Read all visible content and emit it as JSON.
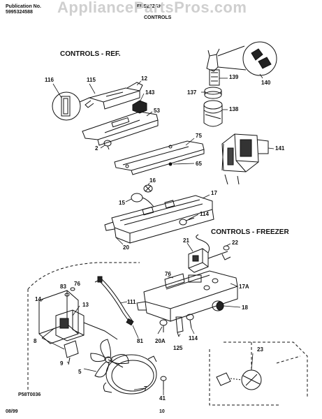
{
  "header": {
    "publication_label": "Publication No.",
    "publication_number": "5995324588",
    "model": "FRS22ZRH",
    "section": "CONTROLS",
    "watermark": "AppliancePartsPros.com"
  },
  "sections": {
    "ref": "CONTROLS - REF.",
    "freezer": "CONTROLS - FREEZER"
  },
  "callouts": [
    {
      "id": "c116",
      "text": "116"
    },
    {
      "id": "c115",
      "text": "115"
    },
    {
      "id": "c12",
      "text": "12"
    },
    {
      "id": "c143",
      "text": "143"
    },
    {
      "id": "c53",
      "text": "53"
    },
    {
      "id": "c2",
      "text": "2"
    },
    {
      "id": "c75",
      "text": "75"
    },
    {
      "id": "c65",
      "text": "65"
    },
    {
      "id": "c139",
      "text": "139"
    },
    {
      "id": "c140",
      "text": "140"
    },
    {
      "id": "c137",
      "text": "137"
    },
    {
      "id": "c138",
      "text": "138"
    },
    {
      "id": "c141",
      "text": "141"
    },
    {
      "id": "c16",
      "text": "16"
    },
    {
      "id": "c17",
      "text": "17"
    },
    {
      "id": "c15",
      "text": "15"
    },
    {
      "id": "c114a",
      "text": "114"
    },
    {
      "id": "c20",
      "text": "20"
    },
    {
      "id": "c21",
      "text": "21"
    },
    {
      "id": "c22",
      "text": "22"
    },
    {
      "id": "c76a",
      "text": "76"
    },
    {
      "id": "c83",
      "text": "83"
    },
    {
      "id": "c76b",
      "text": "76"
    },
    {
      "id": "c14",
      "text": "14"
    },
    {
      "id": "c13",
      "text": "13"
    },
    {
      "id": "c111",
      "text": "111"
    },
    {
      "id": "c17a",
      "text": "17A"
    },
    {
      "id": "c18",
      "text": "18"
    },
    {
      "id": "c8",
      "text": "8"
    },
    {
      "id": "c81",
      "text": "81"
    },
    {
      "id": "c20a",
      "text": "20A"
    },
    {
      "id": "c125",
      "text": "125"
    },
    {
      "id": "c114b",
      "text": "114"
    },
    {
      "id": "c9",
      "text": "9"
    },
    {
      "id": "c5",
      "text": "5"
    },
    {
      "id": "c23",
      "text": "23"
    },
    {
      "id": "c7",
      "text": "7"
    },
    {
      "id": "c41",
      "text": "41"
    }
  ],
  "footer": {
    "figure_code": "P58T0036",
    "date": "08/99",
    "page": "10"
  }
}
